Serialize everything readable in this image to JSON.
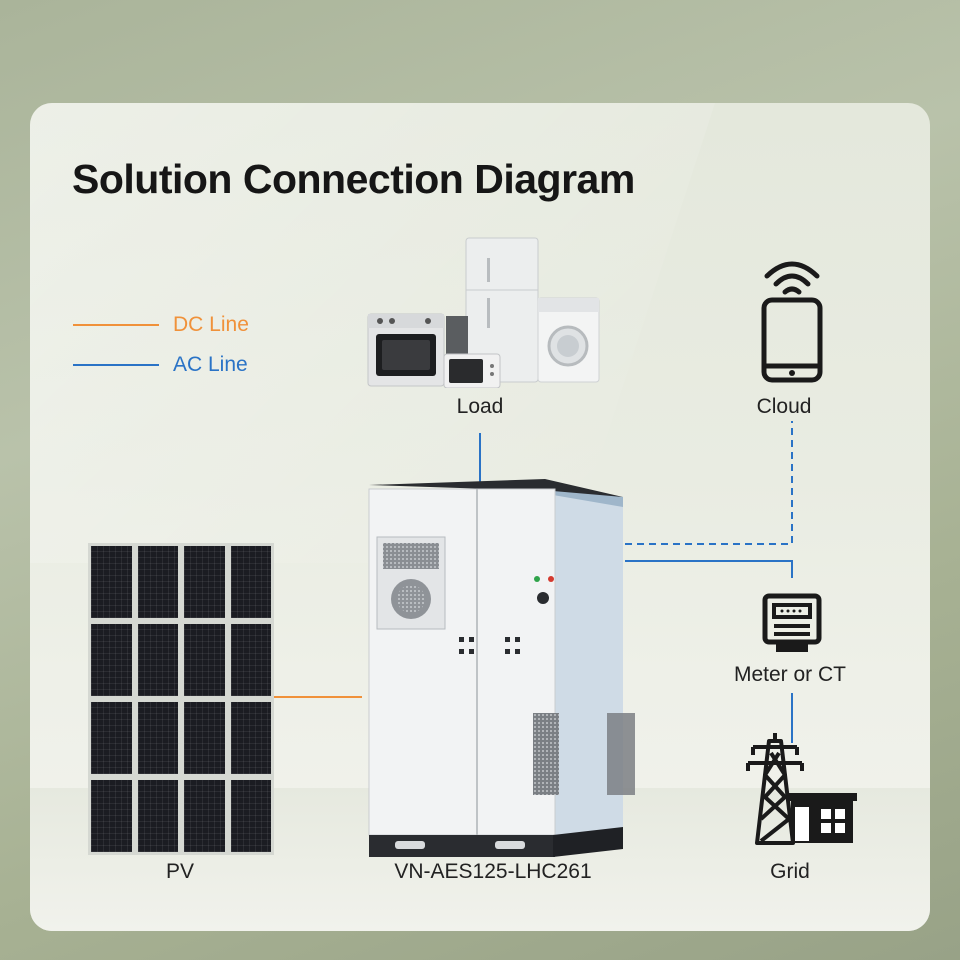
{
  "title": "Solution Connection Diagram",
  "legend": [
    {
      "label": "DC Line",
      "color": "#f0913a"
    },
    {
      "label": "AC Line",
      "color": "#2a73c6"
    }
  ],
  "nodes": {
    "load": "Load",
    "cloud": "Cloud",
    "meter": "Meter or CT",
    "grid": "Grid",
    "pv": "PV",
    "cabinet": "VN-AES125-LHC261"
  },
  "icons": [
    "appliances-icon",
    "smartphone-wifi-icon",
    "energy-meter-icon",
    "power-tower-icon",
    "solar-panel-icon",
    "battery-cabinet-icon"
  ]
}
